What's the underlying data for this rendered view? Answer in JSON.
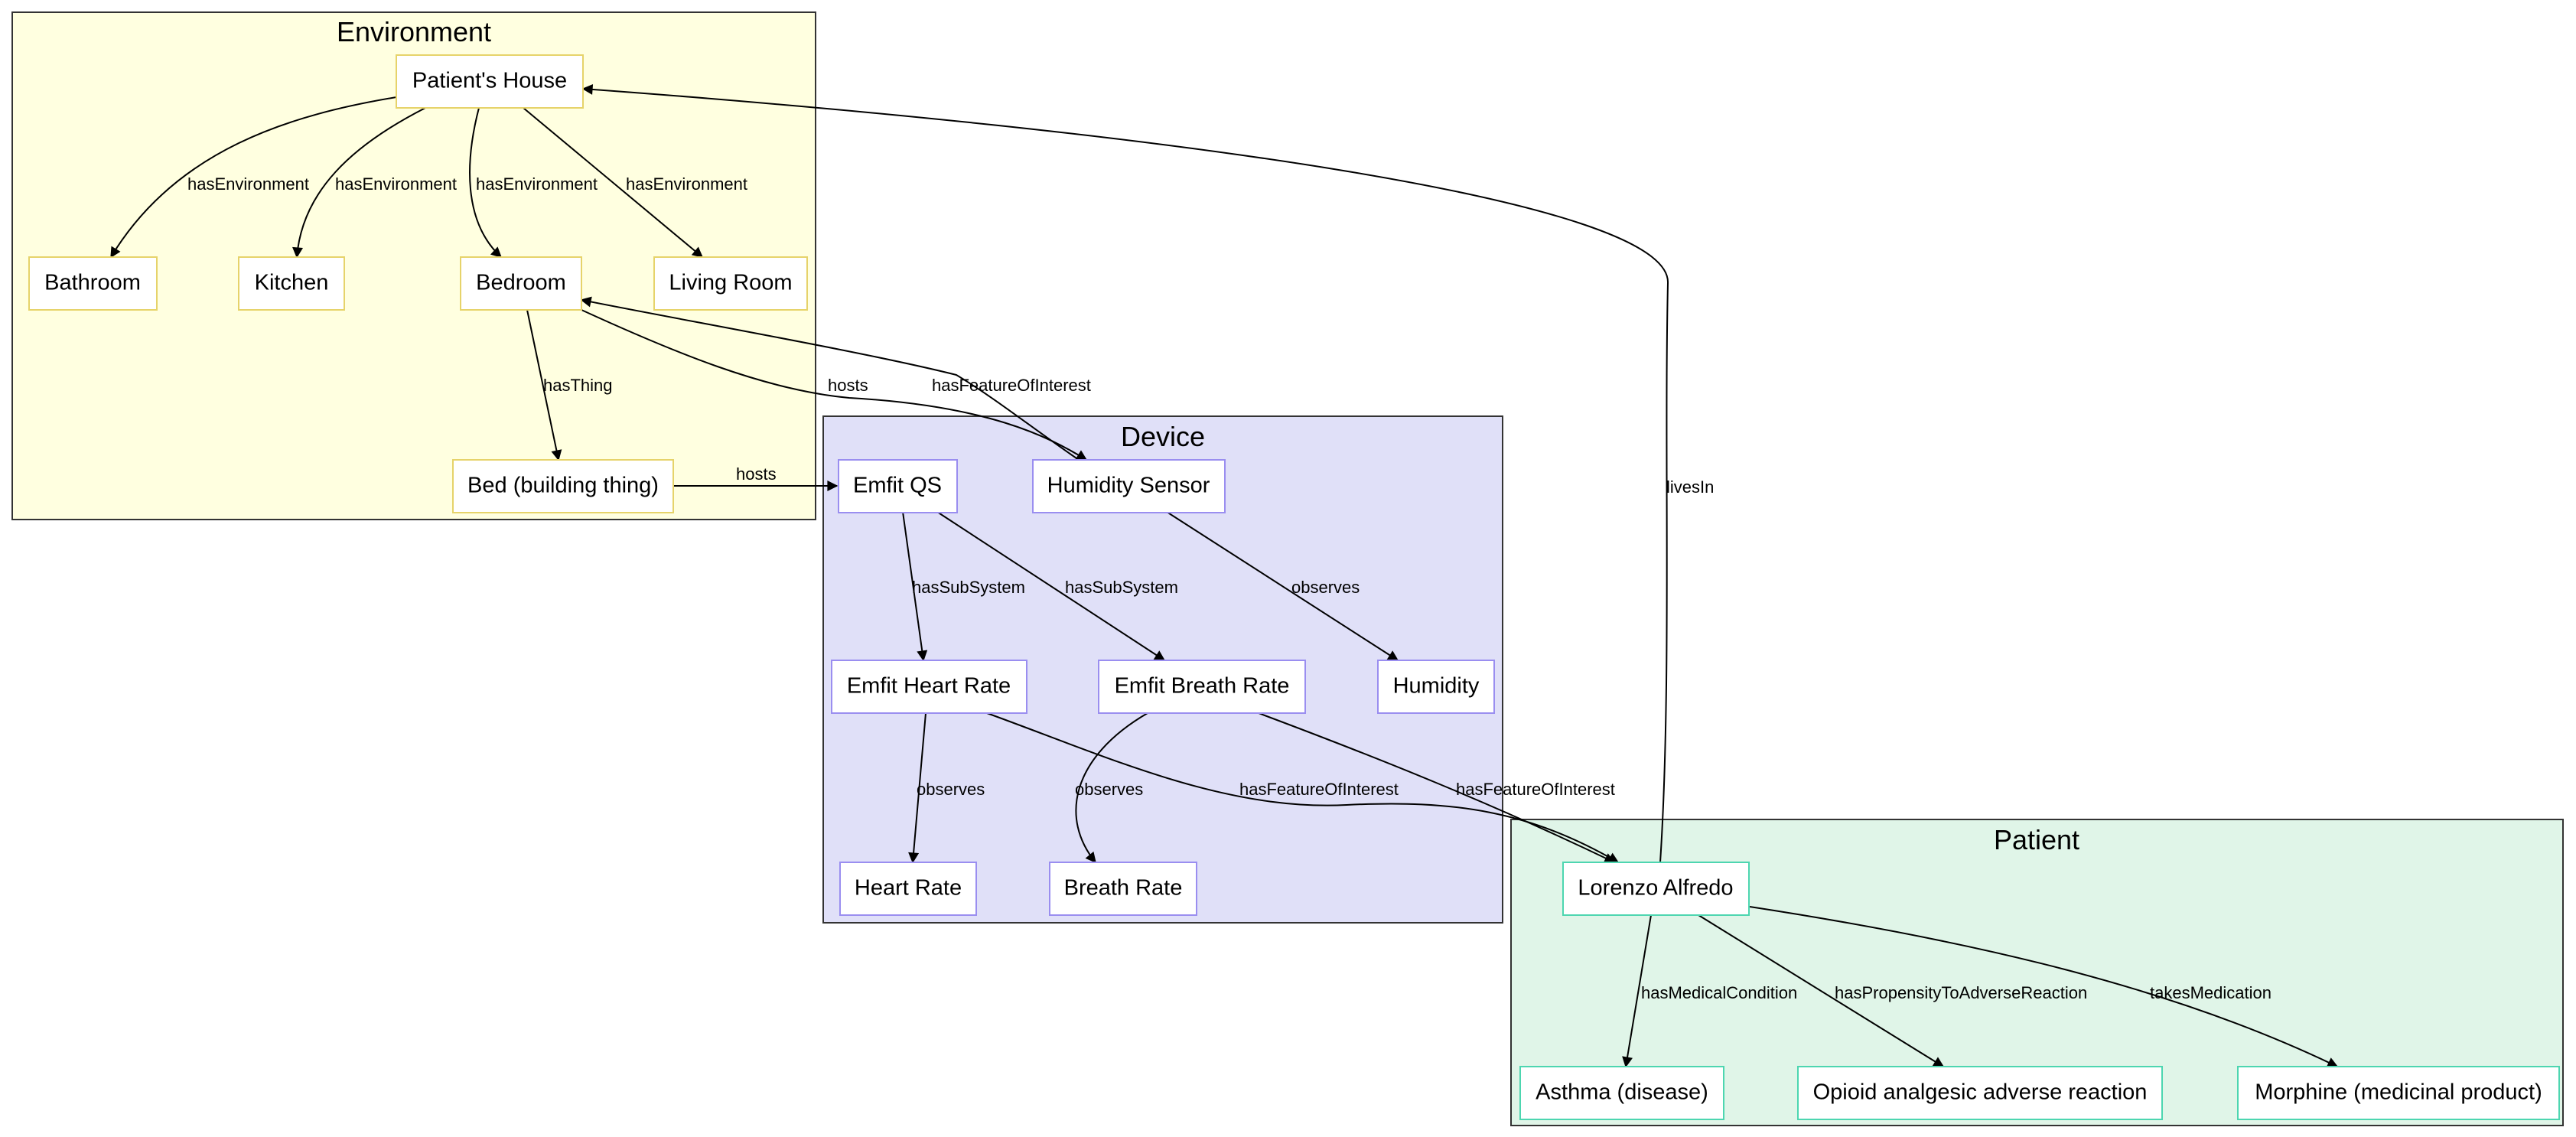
{
  "clusters": {
    "environment": {
      "title": "Environment",
      "fill": "#ffffe0",
      "stroke": "#333333"
    },
    "device": {
      "title": "Device",
      "fill": "#e0e0f8",
      "stroke": "#333333"
    },
    "patient": {
      "title": "Patient",
      "fill": "#e0f5e8",
      "stroke": "#333333"
    }
  },
  "node_colors": {
    "environment": "#e6d36a",
    "device": "#9a8ef0",
    "patient": "#4dd6b0"
  },
  "nodes": {
    "patients_house": "Patient's House",
    "bathroom": "Bathroom",
    "kitchen": "Kitchen",
    "bedroom": "Bedroom",
    "living_room": "Living Room",
    "bed": "Bed (building thing)",
    "emfit_qs": "Emfit QS",
    "humidity_sensor": "Humidity Sensor",
    "emfit_heart_rate": "Emfit Heart Rate",
    "emfit_breath_rate": "Emfit Breath Rate",
    "humidity": "Humidity",
    "heart_rate": "Heart Rate",
    "breath_rate": "Breath Rate",
    "lorenzo": "Lorenzo Alfredo",
    "asthma": "Asthma (disease)",
    "opioid": "Opioid analgesic adverse reaction",
    "morphine": "Morphine (medicinal product)"
  },
  "edge_labels": {
    "has_environment": "hasEnvironment",
    "has_thing": "hasThing",
    "hosts": "hosts",
    "has_feature_of_interest": "hasFeatureOfInterest",
    "has_sub_system": "hasSubSystem",
    "observes": "observes",
    "lives_in": "livesIn",
    "has_medical_condition": "hasMedicalCondition",
    "has_propensity": "hasPropensityToAdverseReaction",
    "takes_medication": "takesMedication"
  }
}
